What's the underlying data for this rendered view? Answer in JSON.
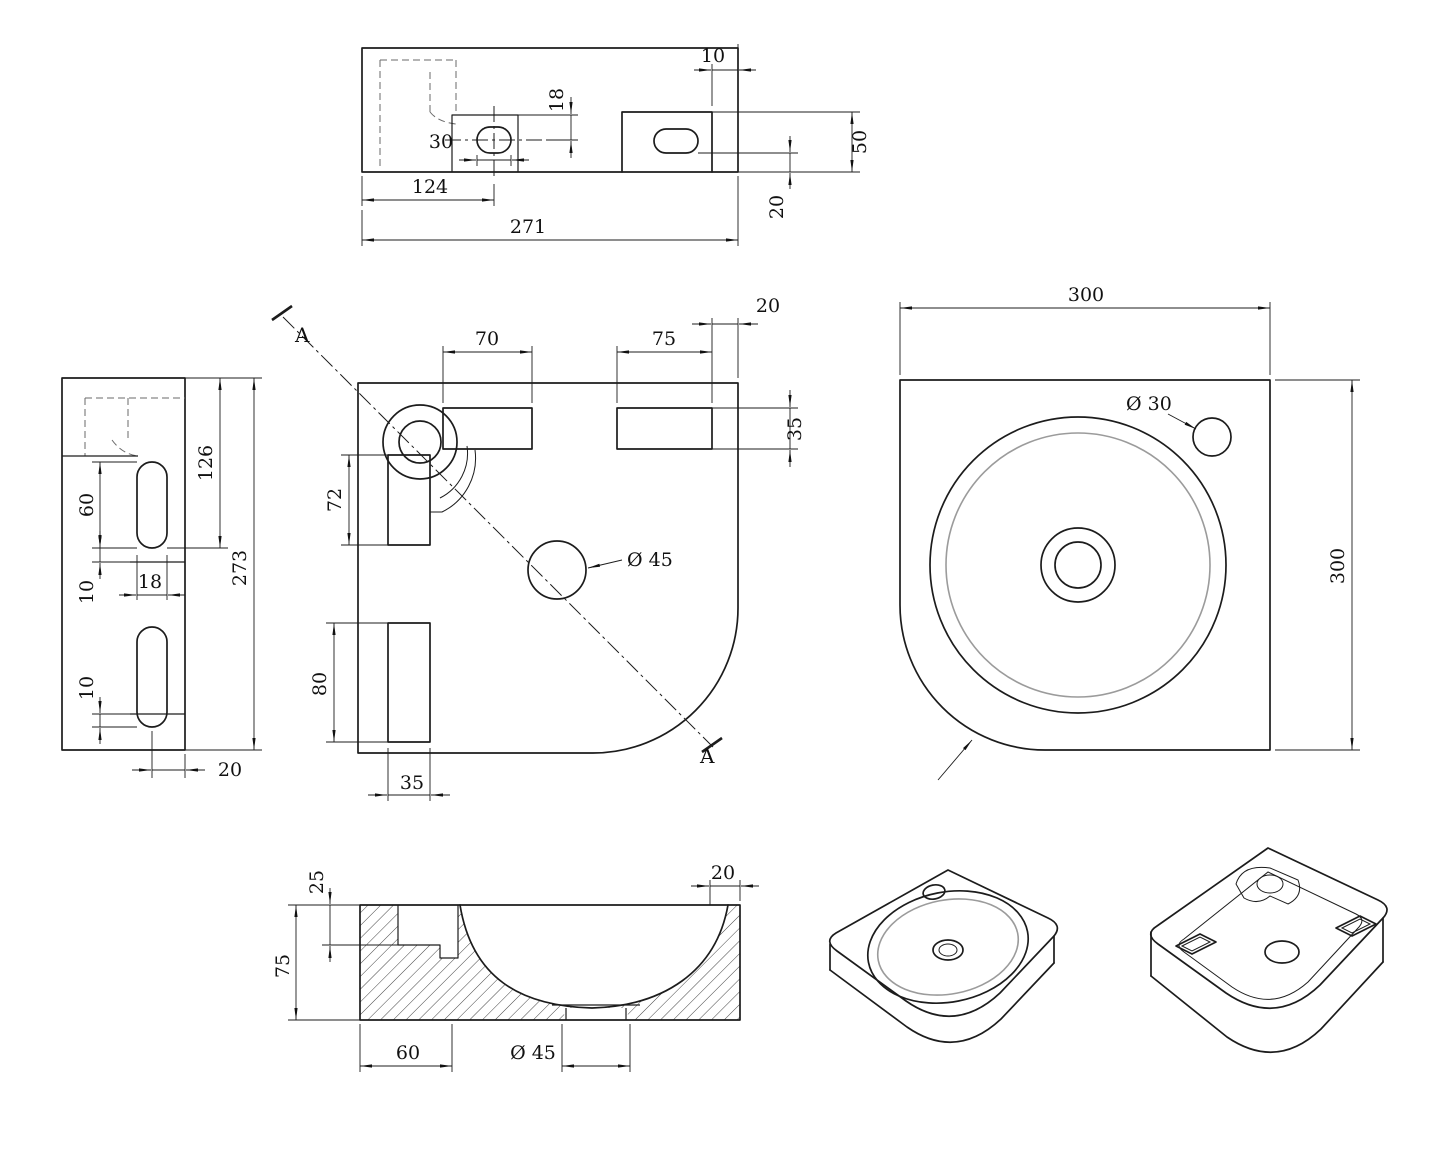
{
  "page": {
    "background": "#ffffff",
    "line_color": "#1c1c1c",
    "rim_color": "#9b9b9b",
    "hatch_color": "#444444"
  },
  "front_view": {
    "d10": "10",
    "d18": "18",
    "d30": "30",
    "d124": "124",
    "d271": "271",
    "d50": "50",
    "d20": "20"
  },
  "side_view": {
    "d60": "60",
    "d126": "126",
    "d10_upper": "10",
    "d18": "18",
    "d273": "273",
    "d10_lower": "10",
    "d20": "20"
  },
  "plan_view": {
    "d20": "20",
    "d70": "70",
    "d75": "75",
    "d35_right": "35",
    "d72": "72",
    "dia45": "Ø 45",
    "d80": "80",
    "d35_bottom": "35",
    "section_a_start": "A",
    "section_a_end": "A"
  },
  "top_view": {
    "d300_width": "300",
    "d300_height": "300",
    "dia30": "Ø 30"
  },
  "section_view": {
    "d25": "25",
    "d75": "75",
    "d20": "20",
    "d60": "60",
    "dia45": "Ø 45"
  }
}
